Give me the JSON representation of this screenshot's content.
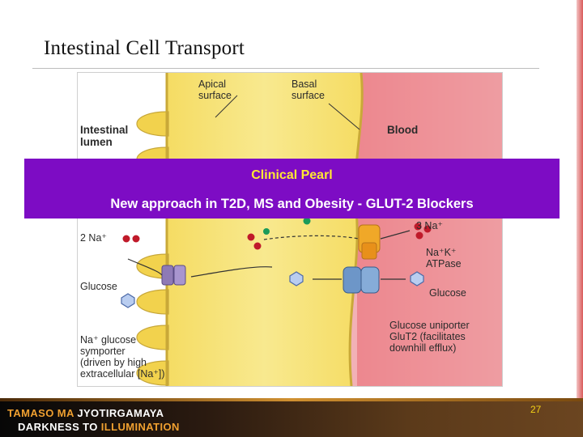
{
  "slide": {
    "title": "Intestinal Cell Transport",
    "page_number": "27"
  },
  "diagram": {
    "labels": {
      "apical": "Apical\nsurface",
      "basal": "Basal\nsurface",
      "lumen": "Intestinal\nlumen",
      "blood": "Blood",
      "three_na": "3 Na⁺",
      "two_na": "2 Na⁺",
      "atpase": "Na⁺K⁺\nATPase",
      "glucose_left": "Glucose",
      "glucose_right": "Glucose",
      "symporter": "Na⁺ glucose\nsymporter\n(driven by high\nextracellular [Na⁺])",
      "uniporter": "Glucose uniporter\nGluT2 (facilitates\ndownhill efflux)"
    }
  },
  "pearl": {
    "title": "Clinical Pearl",
    "subtitle": "New approach in T2D, MS and Obesity - GLUT-2 Blockers"
  },
  "footer": {
    "line1_a": "TAMASO MA ",
    "line1_b": "JYOTIRGAMAYA",
    "line2_a": "DARKNESS TO ",
    "line2_b": "ILLUMINATION"
  },
  "colors": {
    "pearl_bg": "#7d0cc4",
    "pearl_title": "#ffe833",
    "cell_yellow": "#f6e27a",
    "blood_red": "#e8717a",
    "footer_orange": "#f0a030"
  }
}
